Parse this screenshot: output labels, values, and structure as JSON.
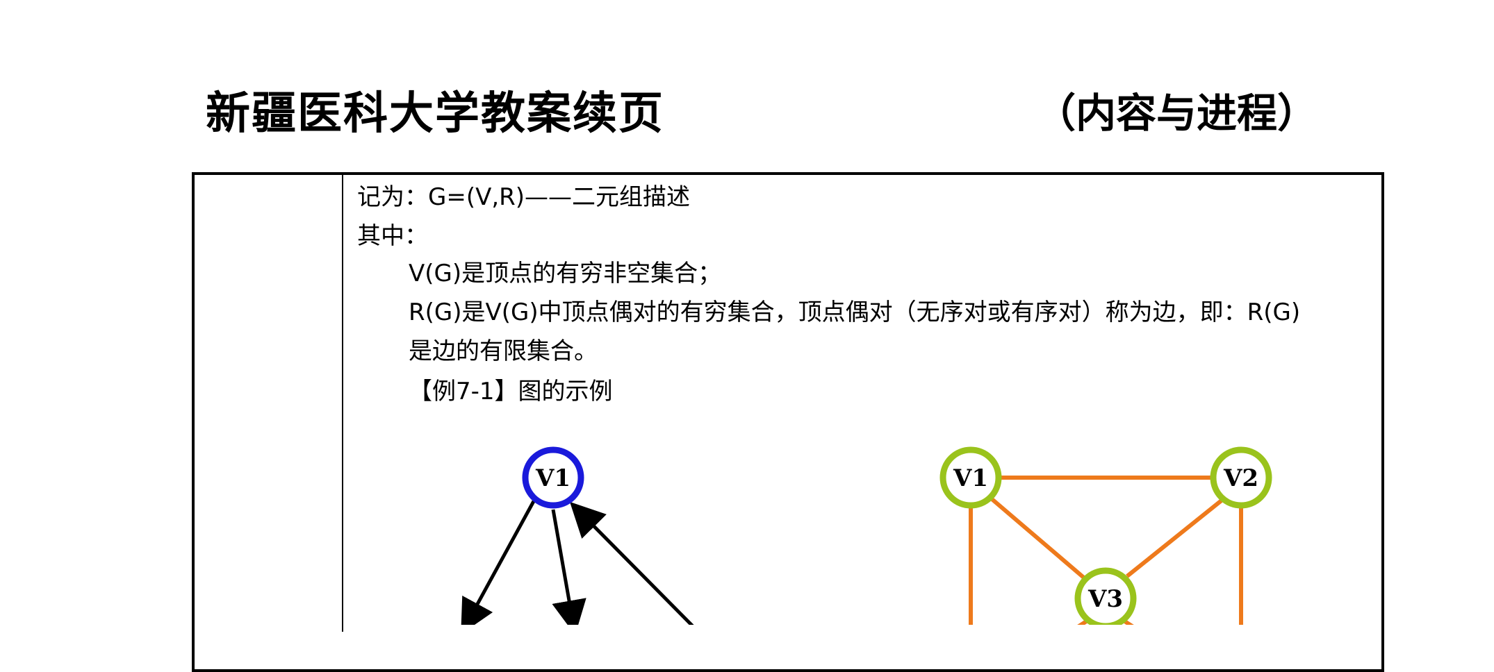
{
  "header": {
    "title": "新疆医科大学教案续页",
    "subtitle": "（内容与进程）"
  },
  "content": {
    "line1": "记为：G=(V,R)——二元组描述",
    "line2": "其中：",
    "line3": "V(G)是顶点的有穷非空集合；",
    "line4": "R(G)是V(G)中顶点偶对的有穷集合，顶点偶对（无序对或有序对）称为边，即：R(G)",
    "line5": "是边的有限集合。",
    "line6": "【例7-1】图的示例"
  },
  "graph_directed": {
    "node_color": "#1a1adb",
    "edge_color": "#000000",
    "nodes": [
      {
        "id": "V1",
        "label": "V1"
      }
    ]
  },
  "graph_undirected": {
    "node_color": "#9ac31c",
    "edge_color": "#ee7a1c",
    "nodes": [
      {
        "id": "V1",
        "label": "V1"
      },
      {
        "id": "V2",
        "label": "V2"
      },
      {
        "id": "V3",
        "label": "V3"
      }
    ]
  }
}
